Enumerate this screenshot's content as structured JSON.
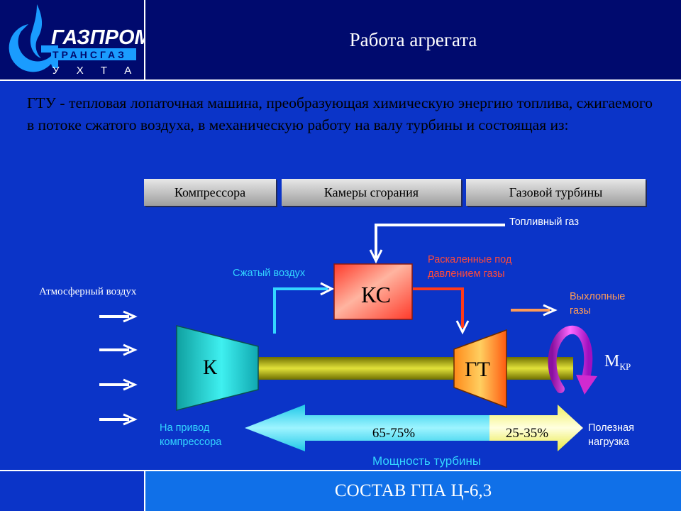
{
  "header": {
    "title": "Работа агрегата",
    "logo": {
      "line1": "ГАЗПРОМ",
      "line2": "ТРАНСГАЗ",
      "line3": "У Х Т А"
    }
  },
  "intro_text": "ГТУ - тепловая лопаточная машина, преобразующая химическую энергию топлива, сжигаемого в потоке сжатого воздуха, в механическую работу на валу турбины и состоящая из:",
  "components": [
    "Компрессора",
    "Камеры сгорания",
    "Газовой турбины"
  ],
  "diagram": {
    "fuel_gas": "Топливный газ",
    "compressed_air": "Сжатый воздух",
    "hot_gases": [
      "Раскаленные под",
      "давлением газы"
    ],
    "atmospheric_air": "Атмосферный воздух",
    "exhaust": [
      "Выхлопные",
      "газы"
    ],
    "combustor": "КС",
    "compressor": "К",
    "turbine": "ГТ",
    "torque": {
      "main": "М",
      "sub": "КР"
    },
    "to_compressor": [
      "На привод",
      "компрессора"
    ],
    "payload": [
      "Полезная",
      "нагрузка"
    ],
    "share_compressor": "65-75%",
    "share_payload": "25-35%",
    "turbine_power": "Мощность турбины"
  },
  "footer": {
    "text": "СОСТАВ ГПА Ц-6,3"
  },
  "colors": {
    "background": "#0b34c8",
    "header": "#000a6e",
    "footer": "#1070e8",
    "air_line": "#33d6ff",
    "hot_line": "#ff3a1a",
    "exhaust_line": "#ff9b55",
    "shaft": "#b8b800",
    "torque_arrow": "#d02ad0"
  }
}
